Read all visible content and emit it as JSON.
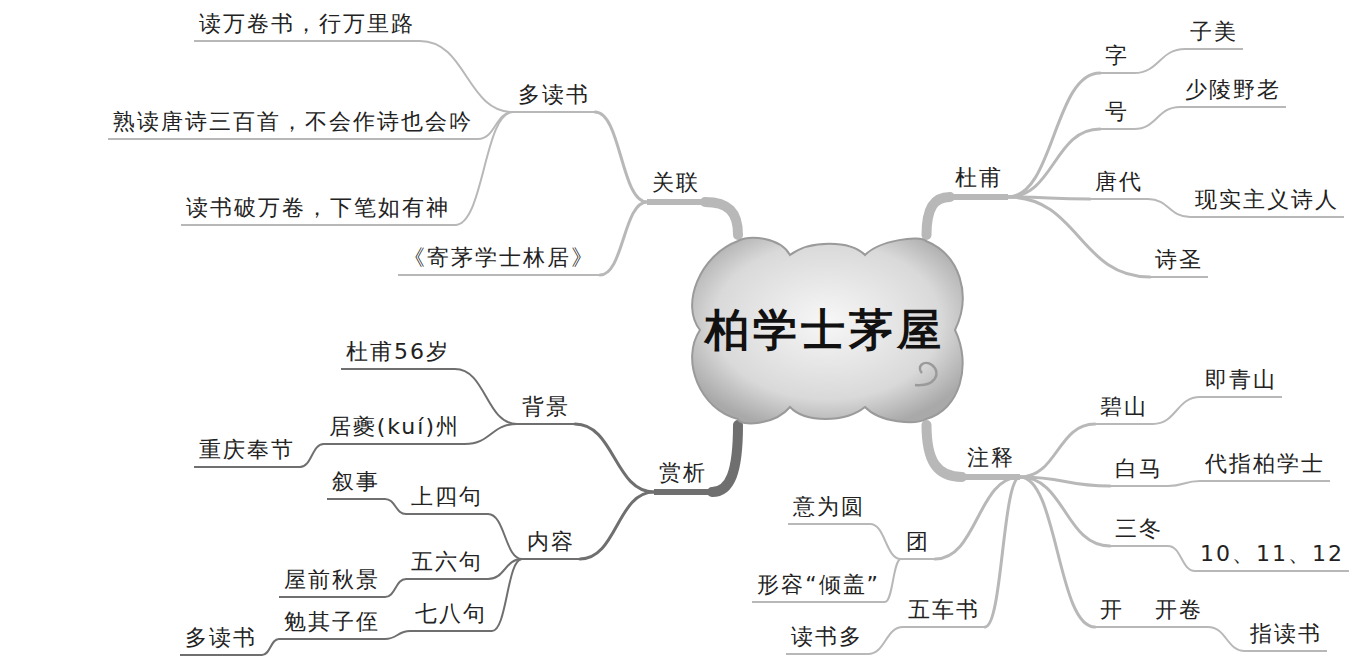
{
  "diagram": {
    "nodes": [
      {
        "text": [
          "柏学士茅屋"
        ]
      },
      {
        "text": [
          "关联"
        ]
      },
      {
        "text": [
          "多读书"
        ]
      },
      {
        "text": [
          "读万卷书，行万里路"
        ]
      },
      {
        "text": [
          "熟读唐诗三百首，不会作诗也会吟"
        ]
      },
      {
        "text": [
          "读书破万卷，下笔如有神"
        ]
      },
      {
        "text": [
          "《寄茅学士林居》"
        ]
      },
      {
        "text": [
          "杜甫"
        ]
      },
      {
        "text": [
          "字"
        ]
      },
      {
        "text": [
          "子美"
        ]
      },
      {
        "text": [
          "号"
        ]
      },
      {
        "text": [
          "少陵野老"
        ]
      },
      {
        "text": [
          "唐代"
        ]
      },
      {
        "text": [
          "现实主义诗人"
        ]
      },
      {
        "text": [
          "诗圣"
        ]
      },
      {
        "text": [
          "赏析"
        ]
      },
      {
        "text": [
          "背景"
        ]
      },
      {
        "text": [
          "杜甫56岁"
        ]
      },
      {
        "text": [
          "居夔(kuí)州"
        ]
      },
      {
        "text": [
          "重庆奉节"
        ]
      },
      {
        "text": [
          "内容"
        ]
      },
      {
        "text": [
          "上四句"
        ]
      },
      {
        "text": [
          "叙事"
        ]
      },
      {
        "text": [
          "五六句"
        ]
      },
      {
        "text": [
          "屋前秋景"
        ]
      },
      {
        "text": [
          "七八句"
        ]
      },
      {
        "text": [
          "勉其子侄"
        ]
      },
      {
        "text": [
          "多读书"
        ]
      },
      {
        "text": [
          "注释"
        ]
      },
      {
        "text": [
          "碧山"
        ]
      },
      {
        "text": [
          "即青山"
        ]
      },
      {
        "text": [
          "白马"
        ]
      },
      {
        "text": [
          "代指柏学士"
        ]
      },
      {
        "text": [
          "三冬"
        ]
      },
      {
        "text": [
          "10、11、12"
        ]
      },
      {
        "text": [
          "开"
        ]
      },
      {
        "text": [
          "开卷"
        ]
      },
      {
        "text": [
          "指读书"
        ]
      },
      {
        "text": [
          "团"
        ]
      },
      {
        "text": [
          "意为圆"
        ]
      },
      {
        "text": [
          "形容“倾盖”"
        ]
      },
      {
        "text": [
          "五车书"
        ]
      },
      {
        "text": [
          "读书多"
        ]
      }
    ],
    "edges": [
      {
        "from": 0,
        "to": 1,
        "arrow": "none"
      },
      {
        "from": 1,
        "to": 2,
        "arrow": "none"
      },
      {
        "from": 2,
        "to": 3,
        "arrow": "none"
      },
      {
        "from": 2,
        "to": 4,
        "arrow": "none"
      },
      {
        "from": 2,
        "to": 5,
        "arrow": "none"
      },
      {
        "from": 1,
        "to": 6,
        "arrow": "none"
      },
      {
        "from": 0,
        "to": 7,
        "arrow": "none"
      },
      {
        "from": 7,
        "to": 8,
        "arrow": "none"
      },
      {
        "from": 8,
        "to": 9,
        "arrow": "none"
      },
      {
        "from": 7,
        "to": 10,
        "arrow": "none"
      },
      {
        "from": 10,
        "to": 11,
        "arrow": "none"
      },
      {
        "from": 7,
        "to": 12,
        "arrow": "none"
      },
      {
        "from": 12,
        "to": 13,
        "arrow": "none"
      },
      {
        "from": 7,
        "to": 14,
        "arrow": "none"
      },
      {
        "from": 0,
        "to": 15,
        "arrow": "none"
      },
      {
        "from": 15,
        "to": 16,
        "arrow": "none"
      },
      {
        "from": 16,
        "to": 17,
        "arrow": "none"
      },
      {
        "from": 16,
        "to": 18,
        "arrow": "none"
      },
      {
        "from": 18,
        "to": 19,
        "arrow": "none"
      },
      {
        "from": 15,
        "to": 20,
        "arrow": "none"
      },
      {
        "from": 20,
        "to": 21,
        "arrow": "none"
      },
      {
        "from": 21,
        "to": 22,
        "arrow": "none"
      },
      {
        "from": 20,
        "to": 23,
        "arrow": "none"
      },
      {
        "from": 23,
        "to": 24,
        "arrow": "none"
      },
      {
        "from": 20,
        "to": 25,
        "arrow": "none"
      },
      {
        "from": 25,
        "to": 26,
        "arrow": "none"
      },
      {
        "from": 26,
        "to": 27,
        "arrow": "none"
      },
      {
        "from": 0,
        "to": 28,
        "arrow": "none"
      },
      {
        "from": 28,
        "to": 29,
        "arrow": "none"
      },
      {
        "from": 29,
        "to": 30,
        "arrow": "none"
      },
      {
        "from": 28,
        "to": 31,
        "arrow": "none"
      },
      {
        "from": 31,
        "to": 32,
        "arrow": "none"
      },
      {
        "from": 28,
        "to": 33,
        "arrow": "none"
      },
      {
        "from": 33,
        "to": 34,
        "arrow": "none"
      },
      {
        "from": 28,
        "to": 35,
        "arrow": "none"
      },
      {
        "from": 35,
        "to": 36,
        "arrow": "none"
      },
      {
        "from": 36,
        "to": 37,
        "arrow": "none"
      },
      {
        "from": 28,
        "to": 38,
        "arrow": "none"
      },
      {
        "from": 38,
        "to": 39,
        "arrow": "none"
      },
      {
        "from": 38,
        "to": 40,
        "arrow": "none"
      },
      {
        "from": 28,
        "to": 41,
        "arrow": "none"
      },
      {
        "from": 41,
        "to": 42,
        "arrow": "none"
      }
    ]
  }
}
